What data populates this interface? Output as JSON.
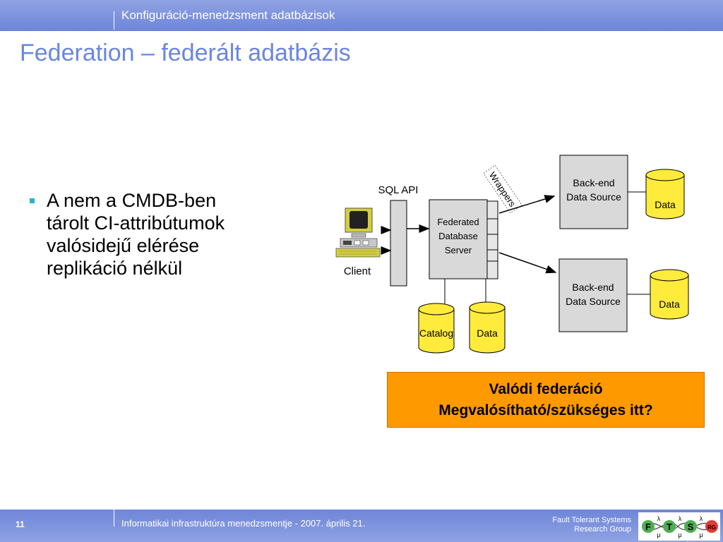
{
  "header": {
    "text": "Konfiguráció-menedzsment adatbázisok"
  },
  "title": "Federation – federált adatbázis",
  "bullet": {
    "lines": [
      "A nem a CMDB-ben",
      "tárolt CI-attribútumok",
      "valósidejű elérése",
      "replikáció nélkül"
    ]
  },
  "diagram": {
    "sql_api": "SQL API",
    "client": "Client",
    "server_lines": [
      "Federated",
      "Database",
      "Server"
    ],
    "wrappers": "Wrappers",
    "backend_lines": [
      "Back-end",
      "Data Source"
    ],
    "data": "Data",
    "catalog": "Catalog"
  },
  "callout": {
    "line1": "Valódi federáció",
    "line2": "Megvalósítható/szükséges itt?"
  },
  "footer": {
    "page_number": "11",
    "text": "Informatikai infrastruktúra menedzsmentje - 2007. április 21.",
    "org_line1": "Fault Tolerant Systems",
    "org_line2": "Research Group"
  },
  "logo": {
    "letters": [
      "F",
      "T",
      "S",
      "RG"
    ],
    "symbols": [
      "λ",
      "μ",
      "λ",
      "μ",
      "λ",
      "μ"
    ]
  },
  "colors": {
    "bar": "#7b8fdc",
    "title": "#6a86e0",
    "bullet": "#29b3c9",
    "cylinder": "#ffeb3b",
    "box": "#d9d9d9",
    "callout": "#ff9900"
  }
}
